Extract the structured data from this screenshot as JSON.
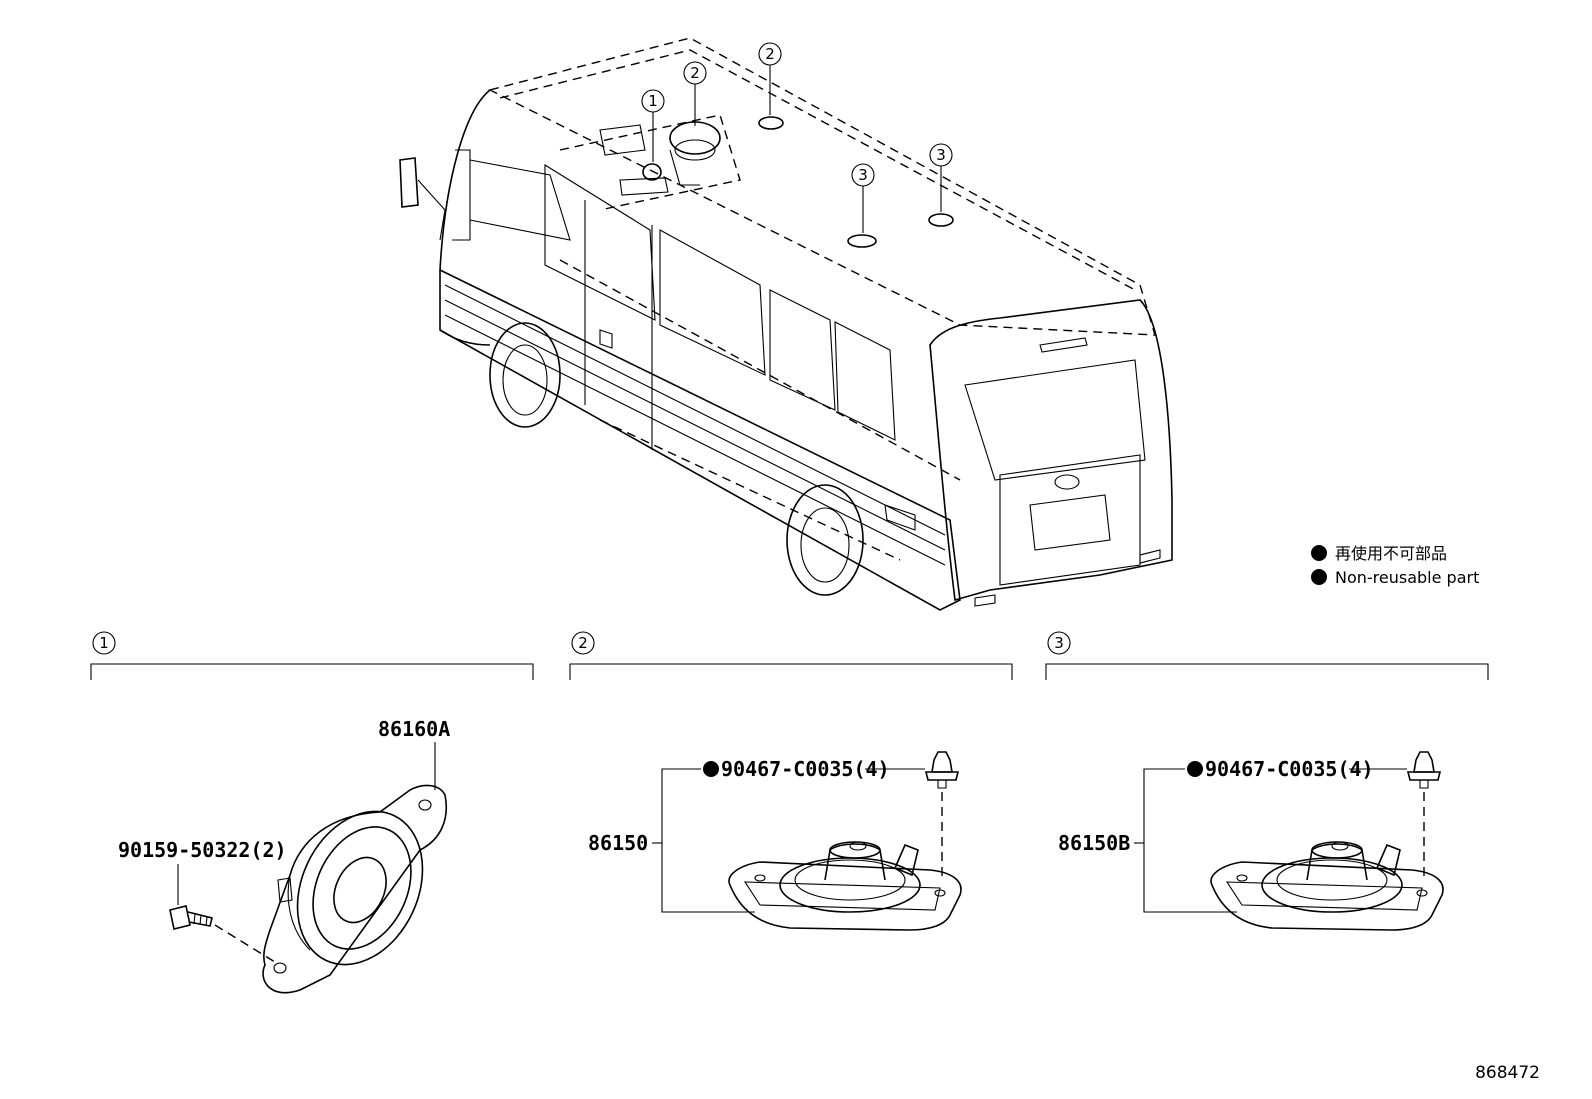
{
  "callouts": {
    "one": "1",
    "two": "2",
    "three": "3"
  },
  "legend": {
    "jp": "再使用不可部品",
    "en": "Non-reusable part"
  },
  "sections": [
    {
      "id": "1",
      "parts": {
        "speaker": "86160A",
        "screw": "90159-50322(2)"
      }
    },
    {
      "id": "2",
      "parts": {
        "clip": "90467-C0035(4)",
        "speaker": "86150"
      }
    },
    {
      "id": "3",
      "parts": {
        "clip": "90467-C0035(4)",
        "speaker": "86150B"
      }
    }
  ],
  "diagram_ref": "868472"
}
